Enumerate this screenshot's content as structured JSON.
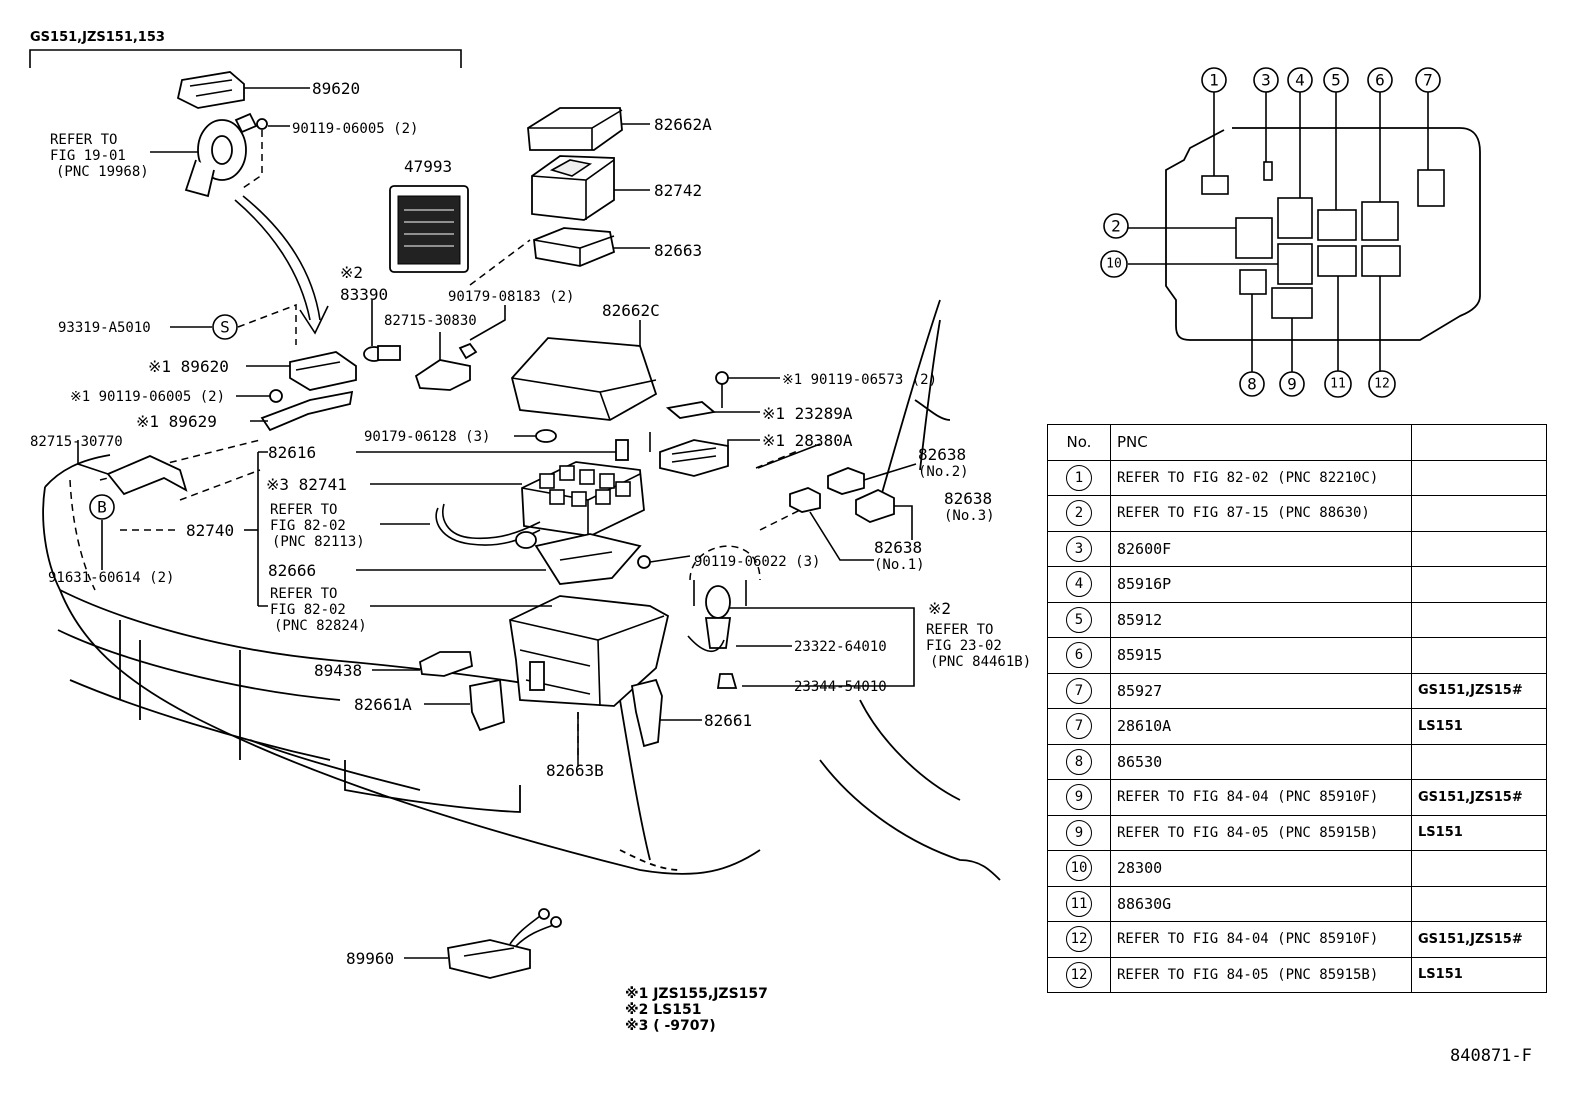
{
  "header": {
    "applicability": "GS151,JZS151,153"
  },
  "figure_code": "840871-F",
  "footnotes": [
    "※1 JZS155,JZS157",
    "※2 LS151",
    "※3 (      -9707)"
  ],
  "callouts": {
    "c89620_top": "89620",
    "refer_fig19_1": "REFER TO",
    "refer_fig19_2": "FIG 19-01",
    "refer_fig19_3": "(PNC 19968)",
    "c90119_06005_top": "90119-06005 (2)",
    "c47993": "47993",
    "c82662A": "82662A",
    "c82742": "82742",
    "c82663": "82663",
    "c83390_mark": "※2",
    "c83390": "83390",
    "c90179_08183": "90179-08183 (2)",
    "c82715_30830": "82715-30830",
    "c93319": "93319-A5010",
    "sym_S": "S",
    "c89620_mid": "※1 89620",
    "c82662C": "82662C",
    "c90119_06005_mid": "※1 90119-06005 (2)",
    "c89629": "※1 89629",
    "c90179_06128": "90179-06128 (3)",
    "c90119_06573": "※1 90119-06573 (2)",
    "c23289A": "※1 23289A",
    "c28380A": "※1 28380A",
    "c82715_30770": "82715-30770",
    "sym_B": "B",
    "c82616": "82616",
    "c82741": "※3 82741",
    "c82740": "82740",
    "refer_82113_1": "REFER TO",
    "refer_82113_2": "FIG 82-02",
    "refer_82113_3": "(PNC 82113)",
    "c82666": "82666",
    "refer_82824_1": "REFER TO",
    "refer_82824_2": "FIG 82-02",
    "refer_82824_3": "(PNC 82824)",
    "c91631": "91631-60614 (2)",
    "c82638_no2": "82638",
    "c82638_no2_sub": "(No.2)",
    "c82638_no3": "82638",
    "c82638_no3_sub": "(No.3)",
    "c82638_no1": "82638",
    "c82638_no1_sub": "(No.1)",
    "c90119_06022": "90119-06022 (3)",
    "refer_84461_mark": "※2",
    "refer_84461_1": "REFER TO",
    "refer_84461_2": "FIG 23-02",
    "refer_84461_3": "(PNC 84461B)",
    "c23322": "23322-64010",
    "c23344": "23344-54010",
    "c89438": "89438",
    "c82661A": "82661A",
    "c82661": "82661",
    "c82663B": "82663B",
    "c89960": "89960"
  },
  "relay_map": {
    "top_numbers": [
      "1",
      "3",
      "4",
      "5",
      "6",
      "7"
    ],
    "left_numbers": [
      "2",
      "10"
    ],
    "bottom_numbers": [
      "8",
      "9",
      "11",
      "12"
    ]
  },
  "pnc_table": {
    "headers": [
      "No.",
      "PNC",
      ""
    ],
    "rows": [
      {
        "no": "1",
        "pnc": "REFER TO FIG 82-02 (PNC 82210C)",
        "applies": ""
      },
      {
        "no": "2",
        "pnc": "REFER TO FIG 87-15 (PNC 88630)",
        "applies": ""
      },
      {
        "no": "3",
        "pnc": "82600F",
        "applies": ""
      },
      {
        "no": "4",
        "pnc": "85916P",
        "applies": ""
      },
      {
        "no": "5",
        "pnc": "85912",
        "applies": ""
      },
      {
        "no": "6",
        "pnc": "85915",
        "applies": ""
      },
      {
        "no": "7",
        "pnc": "85927",
        "applies": "GS151,JZS15#"
      },
      {
        "no": "7",
        "pnc": "28610A",
        "applies": "LS151"
      },
      {
        "no": "8",
        "pnc": "86530",
        "applies": ""
      },
      {
        "no": "9",
        "pnc": "REFER TO FIG 84-04 (PNC 85910F)",
        "applies": "GS151,JZS15#"
      },
      {
        "no": "9",
        "pnc": "REFER TO FIG 84-05 (PNC 85915B)",
        "applies": "LS151"
      },
      {
        "no": "10",
        "pnc": "28300",
        "applies": ""
      },
      {
        "no": "11",
        "pnc": "88630G",
        "applies": ""
      },
      {
        "no": "12",
        "pnc": "REFER TO FIG 84-04 (PNC 85910F)",
        "applies": "GS151,JZS15#"
      },
      {
        "no": "12",
        "pnc": "REFER TO FIG 84-05 (PNC 85915B)",
        "applies": "LS151"
      }
    ]
  }
}
